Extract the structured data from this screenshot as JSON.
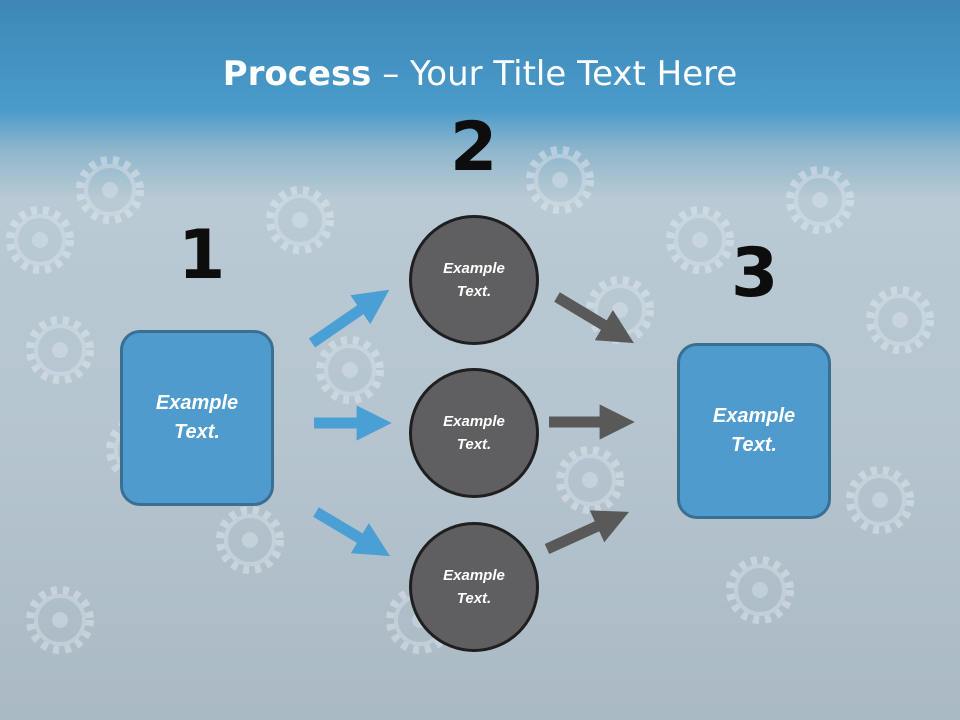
{
  "title": {
    "bold": "Process",
    "rest": " – Your Title Text Here"
  },
  "steps": [
    "1",
    "2",
    "3"
  ],
  "left_box": {
    "line1": "Example",
    "line2": "Text."
  },
  "right_box": {
    "line1": "Example",
    "line2": "Text."
  },
  "circles": [
    {
      "line1": "Example",
      "line2": "Text."
    },
    {
      "line1": "Example",
      "line2": "Text."
    },
    {
      "line1": "Example",
      "line2": "Text."
    }
  ],
  "colors": {
    "box_fill": "#4f9bcd",
    "circle_fill": "#5f5f61",
    "blue_arrow": "#4a9fd4",
    "gray_arrow": "#595959",
    "title_band": "#3d87b6"
  },
  "icons": [
    "gear-icon"
  ]
}
